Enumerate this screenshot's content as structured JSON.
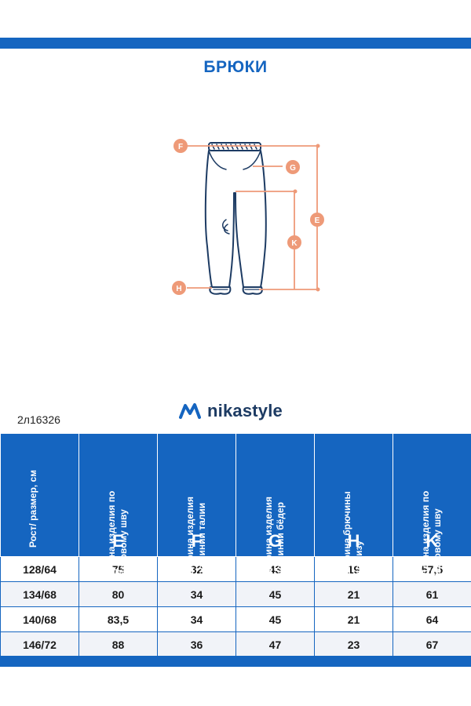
{
  "title": "БРЮКИ",
  "brand": {
    "name": "nikastyle"
  },
  "article": "2л16326",
  "diagram_markers": [
    "F",
    "G",
    "E",
    "K",
    "H"
  ],
  "colors": {
    "primary": "#1565c0",
    "accent": "#ee9a78",
    "text": "#1d3b63"
  },
  "table": {
    "first_header": "Рост/ размер, см",
    "columns": [
      {
        "label": "Длина изделия по боковому шву",
        "letter": "E"
      },
      {
        "label": "Ширина изделия по линии талии",
        "letter": "F"
      },
      {
        "label": "Ширина изделия по линии бёдер",
        "letter": "G"
      },
      {
        "label": "Ширина брючины по низу",
        "letter": "H"
      },
      {
        "label": "Длина изделия по шаговому шву",
        "letter": "K"
      }
    ],
    "rows": [
      [
        "128/64",
        "75",
        "32",
        "43",
        "19",
        "57,5"
      ],
      [
        "134/68",
        "80",
        "34",
        "45",
        "21",
        "61"
      ],
      [
        "140/68",
        "83,5",
        "34",
        "45",
        "21",
        "64"
      ],
      [
        "146/72",
        "88",
        "36",
        "47",
        "23",
        "67"
      ]
    ]
  }
}
